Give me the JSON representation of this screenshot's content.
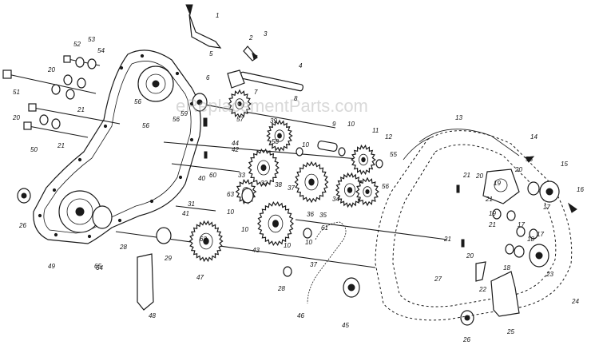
{
  "watermark": "eReplacementParts.com",
  "part_labels": [
    "1",
    "2",
    "3",
    "4",
    "5",
    "6",
    "7",
    "8",
    "9",
    "10",
    "10",
    "10",
    "10",
    "10",
    "10",
    "11",
    "12",
    "13",
    "14",
    "15",
    "16",
    "17",
    "17",
    "17",
    "18",
    "18",
    "19",
    "19",
    "20",
    "20",
    "20",
    "20",
    "20",
    "21",
    "21",
    "21",
    "21",
    "21",
    "21",
    "22",
    "23",
    "24",
    "25",
    "26",
    "26",
    "27",
    "28",
    "28",
    "29",
    "31",
    "32",
    "33",
    "34",
    "35",
    "36",
    "37",
    "37",
    "38",
    "39",
    "40",
    "41",
    "42",
    "43",
    "44",
    "45",
    "46",
    "47",
    "48",
    "49",
    "50",
    "51",
    "52",
    "53",
    "54",
    "55",
    "55",
    "56",
    "56",
    "56",
    "56",
    "57",
    "58",
    "59",
    "60",
    "61",
    "62",
    "63",
    "64",
    "65"
  ],
  "colors": {
    "ink": "#1a1a1a",
    "paper": "#ffffff",
    "watermark": "#b9b9b9"
  }
}
